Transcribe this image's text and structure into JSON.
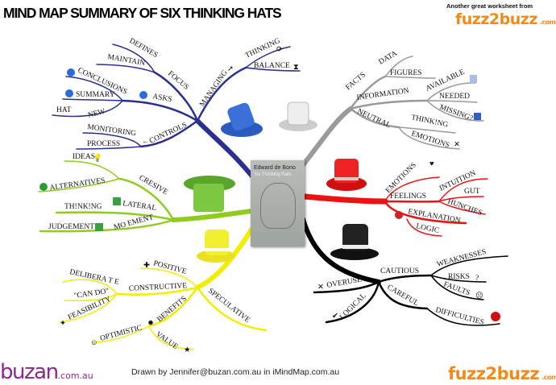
{
  "header": {
    "title": "MIND MAP SUMMARY OF SIX THINKING HATS",
    "promo": "Another great worksheet from",
    "brand": "fuzz2buzz",
    "brand_suffix": ".com"
  },
  "center": {
    "author": "Edward de Bono",
    "book_title": "Six Thinking Hats"
  },
  "colors": {
    "blue": "#2b2f8f",
    "white": "#9a9a9a",
    "red": "#ee1111",
    "green": "#8fcc1e",
    "yellow": "#f2ee00",
    "black": "#000000",
    "brand": "#f08a1c",
    "buzan": "#8a2a8a"
  },
  "blue": {
    "managing": "MANAGING",
    "thinking": "THINKING",
    "balance": "BALANCE",
    "focus": "FOCUS",
    "defines": "DEFINES",
    "maintain": "MAINTAIN",
    "asks": "ASKS",
    "conclusions": "CONCLUSIONS",
    "summary": "SUMMARY",
    "new": "NEW",
    "hat": "HAT",
    "controls": "CONTROLS",
    "monitoring": "MONITORING",
    "process": "PROCESS"
  },
  "green": {
    "cresive": "CRESIVE",
    "ideas": "IDEAS",
    "alternatives": "ALTERNATIVES",
    "lateral": "LATERAL",
    "thinking": "TH!NK!NG",
    "movement": "MO EMENT",
    "judgement": "JUDGEMENT"
  },
  "yellow": {
    "positive": "POSITIVE",
    "constructive": "CONSTRUCTIVE",
    "deliberate": "DELIBERA T E",
    "can_do": "\"CAN DO\"",
    "feasibility": "FEASIBILITY",
    "speculative": "SPECULATIVE",
    "benefits": "BENEFITS",
    "optimistic": "OPTIMISTIC",
    "value": "VALUE"
  },
  "white": {
    "facts": "FACTS",
    "data": "DATA",
    "figures": "FIGURES",
    "information": "INFORMATION",
    "available": "AVAILABLE",
    "needed": "NEEDED",
    "missing": "MISSING?",
    "neutral": "NEUTRAL",
    "thinking": "THINK!NG",
    "emotions": "EMOTIONS"
  },
  "red": {
    "emotions": "EMOTIONS",
    "feelings": "FEELINGS",
    "intuition": "INTUITION",
    "gut": "GUT",
    "hunches": "HUNCHES",
    "explanation": "EXPLANATION",
    "logic": "LOGIC"
  },
  "black": {
    "cautious": "CAUTIOUS",
    "weaknesses": "WEAKNESSES",
    "risks": "RISKS",
    "faults": "FAULTS",
    "careful": "CAREFUL",
    "difficulties": "DIFFICULTIES",
    "overuse": "OVERUSE",
    "logical": "LOGICAL"
  },
  "footer": {
    "buzan": "buzan",
    "buzan_suffix": ".com.au",
    "credit": "Drawn by Jennifer@buzan.com.au in iMindMap.com.au",
    "brand": "fuzz2buzz",
    "brand_suffix": ".com"
  }
}
